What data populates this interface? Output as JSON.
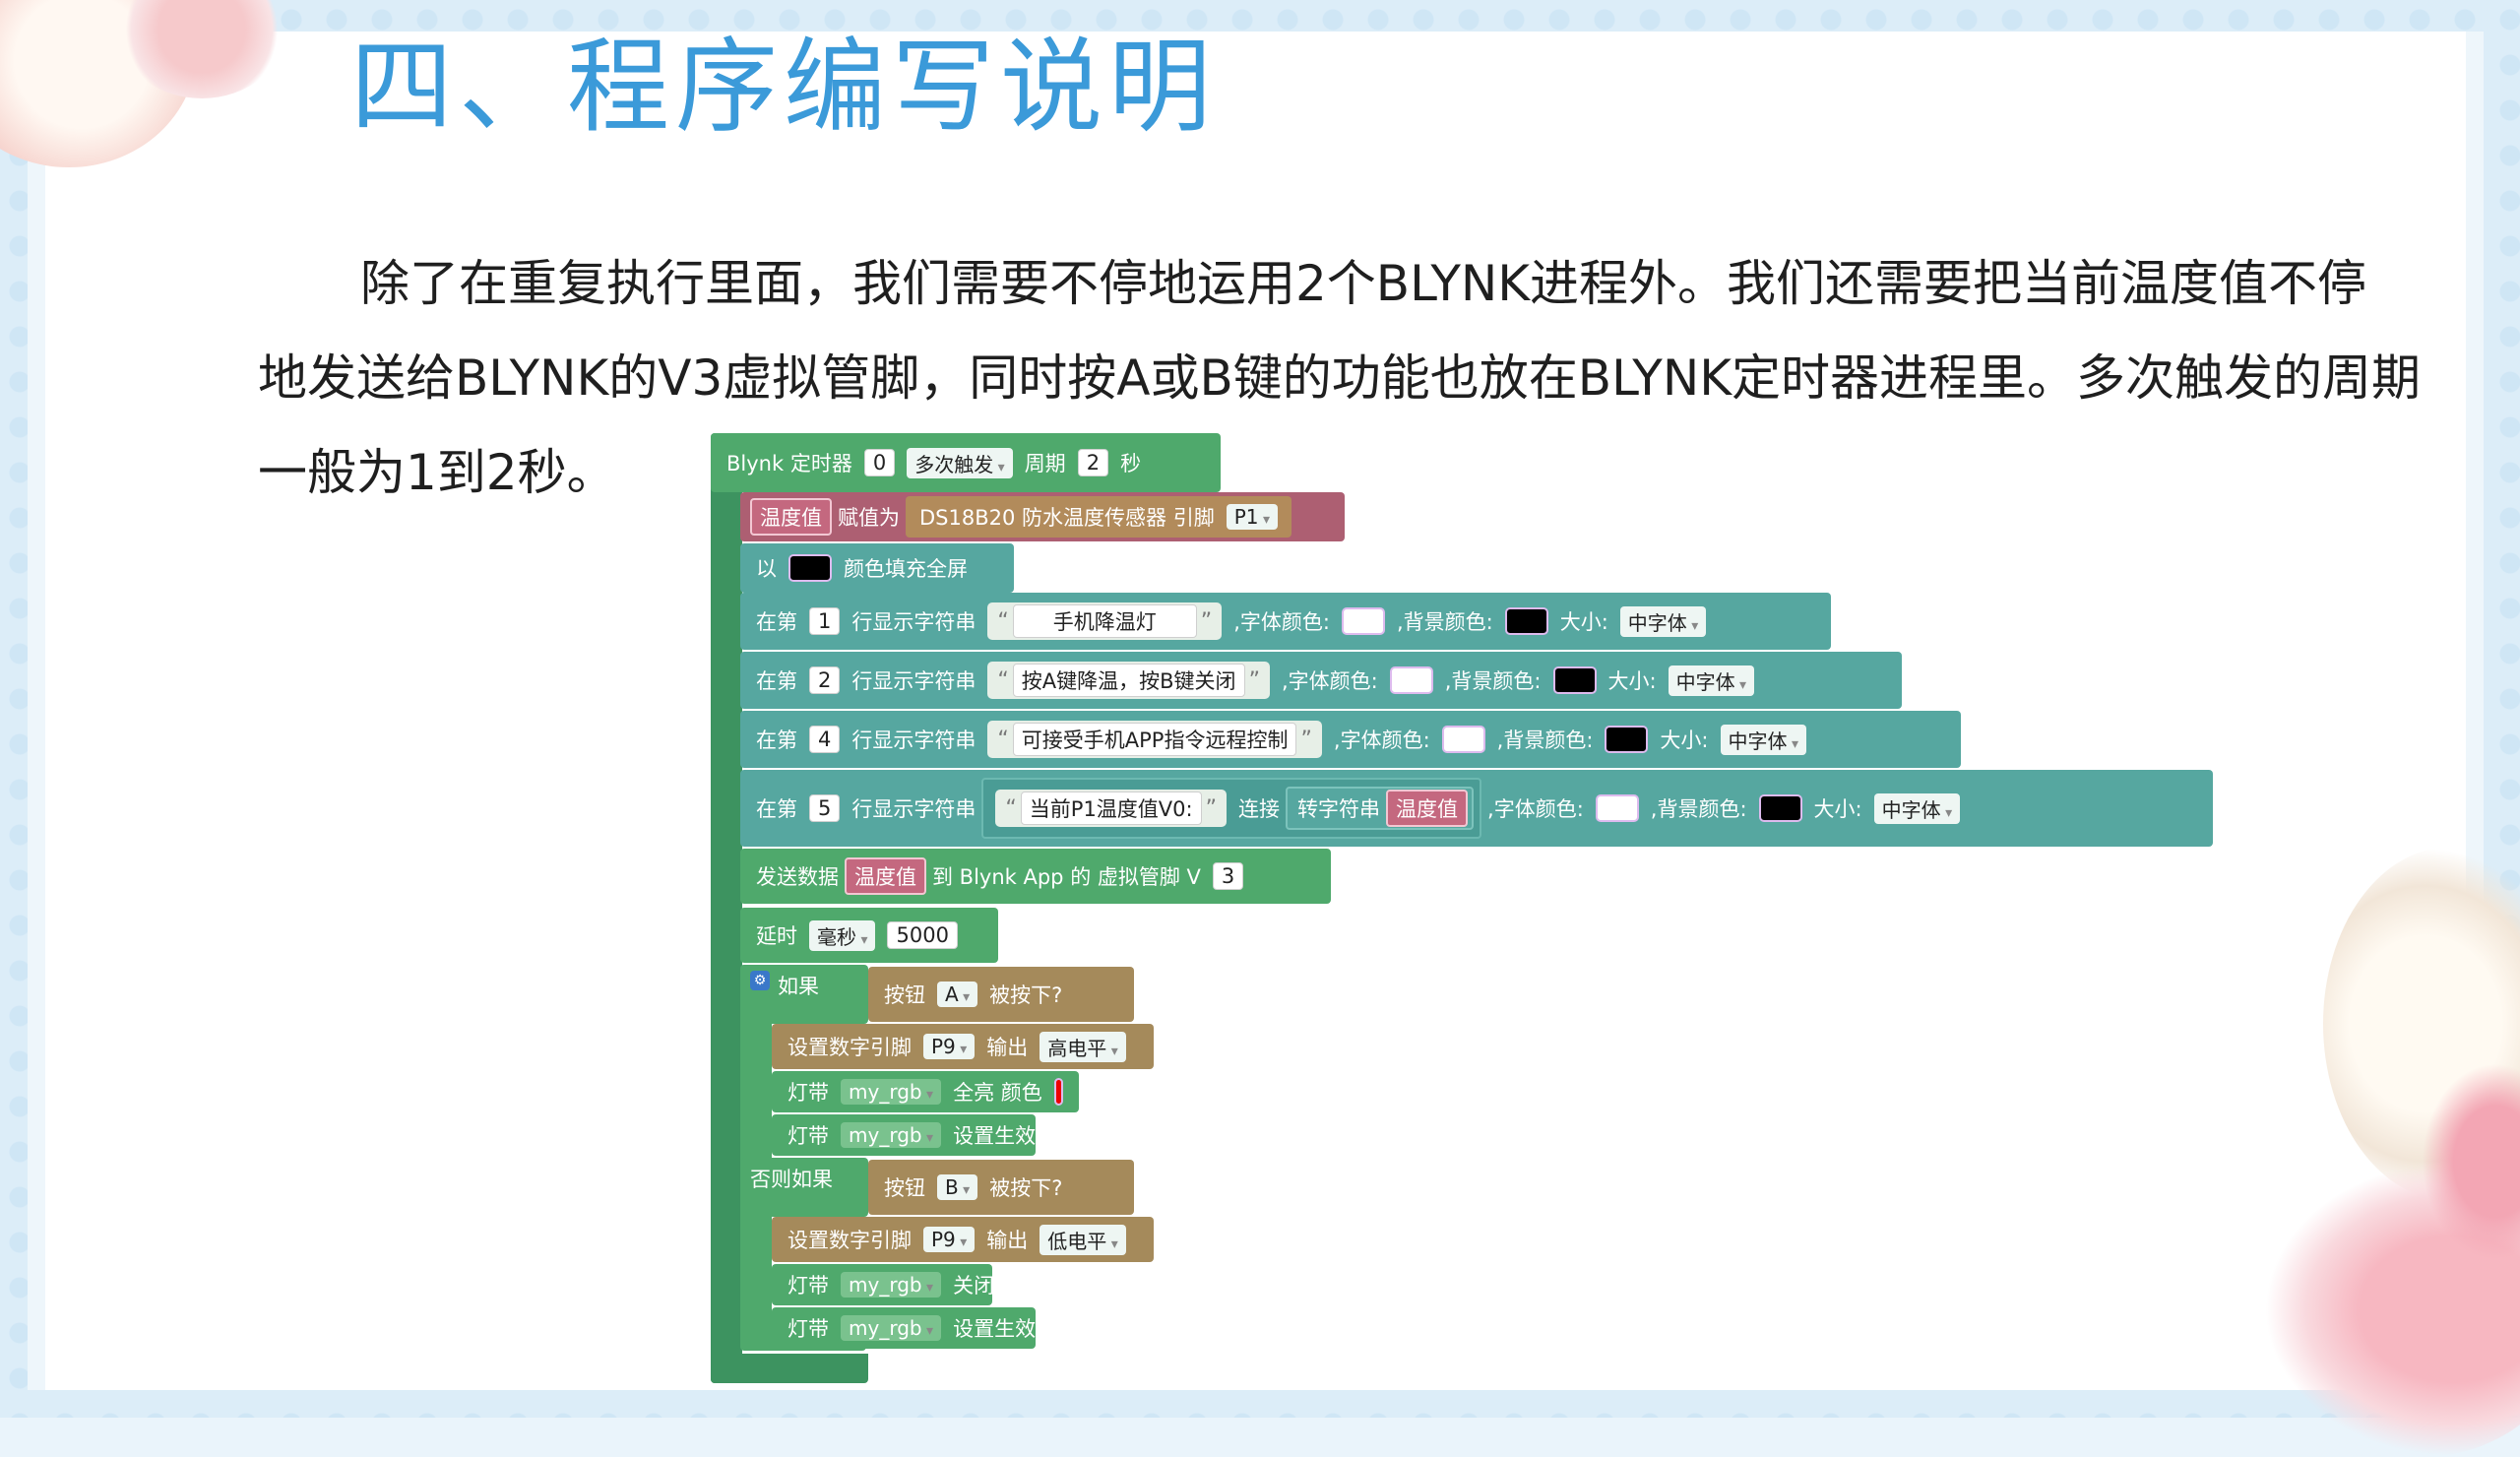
{
  "slide": {
    "title": "四、程序编写说明",
    "paragraph_line1": "除了在重复执行里面，我们需要不停地运用2个BLYNK进程外。我们还需要把当前温度值不停",
    "paragraph_line2": "地发送给BLYNK的V3虚拟管脚，同时按A或B键的功能也放在BLYNK定时器进程里。多次触发的周期",
    "paragraph_line3": "一般为1到2秒。"
  },
  "blocks": {
    "timer": {
      "label": "Blynk 定时器",
      "index": "0",
      "mode": "多次触发",
      "period_label": "周期",
      "period": "2",
      "unit": "秒"
    },
    "assign": {
      "var": "温度值",
      "assign_label": "赋值为",
      "sensor": "DS18B20 防水温度传感器 引脚",
      "pin": "P1"
    },
    "fill": {
      "label_pre": "以",
      "label": "颜色填充全屏",
      "color": "#000000"
    },
    "lines": [
      {
        "prefix": "在第",
        "num": "1",
        "action": "行显示字符串",
        "text": "手机降温灯",
        "font_color_label": ",字体颜色:",
        "bg_label": ",背景颜色:",
        "size_label": "大小:",
        "size": "中字体"
      },
      {
        "prefix": "在第",
        "num": "2",
        "action": "行显示字符串",
        "text": "按A键降温，按B键关闭",
        "font_color_label": ",字体颜色:",
        "bg_label": ",背景颜色:",
        "size_label": "大小:",
        "size": "中字体"
      },
      {
        "prefix": "在第",
        "num": "4",
        "action": "行显示字符串",
        "text": "可接受手机APP指令远程控制",
        "font_color_label": ",字体颜色:",
        "bg_label": ",背景颜色:",
        "size_label": "大小:",
        "size": "中字体"
      }
    ],
    "line5": {
      "prefix": "在第",
      "num": "5",
      "action": "行显示字符串",
      "text": "当前P1温度值V0:",
      "join": "连接",
      "tostr": "转字符串",
      "var": "温度值",
      "font_color_label": ",字体颜色:",
      "bg_label": ",背景颜色:",
      "size_label": "大小:",
      "size": "中字体"
    },
    "send": {
      "label": "发送数据",
      "var": "温度值",
      "to": "到 Blynk App 的 虚拟管脚 V",
      "pin": "3"
    },
    "delay": {
      "label": "延时",
      "unit": "毫秒",
      "value": "5000"
    },
    "if_a": {
      "if_label": "如果",
      "button_label": "按钮",
      "button": "A",
      "pressed": "被按下?"
    },
    "set_a": {
      "label": "设置数字引脚",
      "pin": "P9",
      "out": "输出",
      "level": "高电平"
    },
    "strip1": {
      "label": "灯带",
      "name": "my_rgb",
      "action": "全亮 颜色",
      "color": "#ee0000"
    },
    "strip2": {
      "label": "灯带",
      "name": "my_rgb",
      "action": "设置生效"
    },
    "else_if_b": {
      "if_label": "否则如果",
      "button_label": "按钮",
      "button": "B",
      "pressed": "被按下?"
    },
    "set_b": {
      "label": "设置数字引脚",
      "pin": "P9",
      "out": "输出",
      "level": "低电平"
    },
    "strip3": {
      "label": "灯带",
      "name": "my_rgb",
      "action": "关闭"
    },
    "strip4": {
      "label": "灯带",
      "name": "my_rgb",
      "action": "设置生效"
    }
  }
}
